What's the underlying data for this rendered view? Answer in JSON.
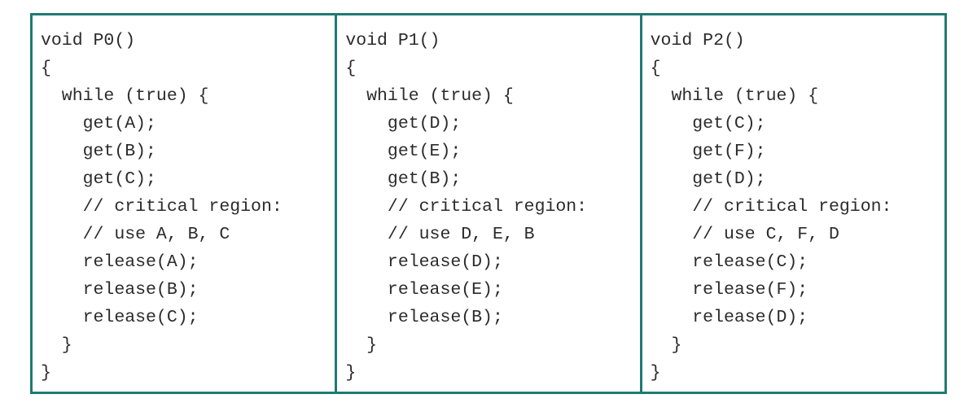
{
  "procedures": [
    {
      "lines": [
        "void P0()",
        "{",
        "  while (true) {",
        "    get(A);",
        "    get(B);",
        "    get(C);",
        "    // critical region:",
        "    // use A, B, C",
        "    release(A);",
        "    release(B);",
        "    release(C);",
        "  }",
        "}"
      ]
    },
    {
      "lines": [
        "void P1()",
        "{",
        "  while (true) {",
        "    get(D);",
        "    get(E);",
        "    get(B);",
        "    // critical region:",
        "    // use D, E, B",
        "    release(D);",
        "    release(E);",
        "    release(B);",
        "  }",
        "}"
      ]
    },
    {
      "lines": [
        "void P2()",
        "{",
        "  while (true) {",
        "    get(C);",
        "    get(F);",
        "    get(D);",
        "    // critical region:",
        "    // use C, F, D",
        "    release(C);",
        "    release(F);",
        "    release(D);",
        "  }",
        "}"
      ]
    }
  ],
  "colors": {
    "border": "#1f7a72",
    "text": "#2b2b2b",
    "background": "#ffffff"
  }
}
